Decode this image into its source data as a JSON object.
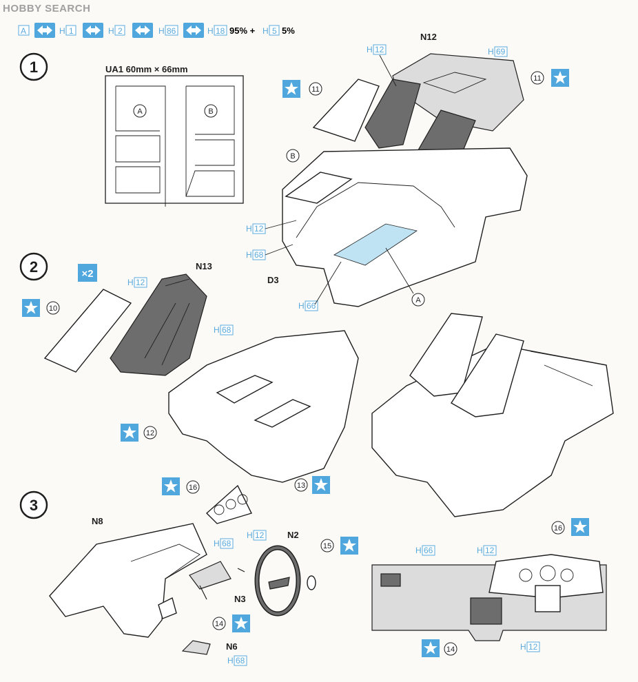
{
  "watermark": "HOBBY SEARCH",
  "legend": {
    "items": [
      {
        "code": "A",
        "colors": [
          "H",
          "1"
        ]
      },
      {
        "code": "",
        "colors": [
          "H",
          "2"
        ]
      },
      {
        "code": "",
        "colors": [
          "H",
          "86"
        ]
      },
      {
        "code": "",
        "colors": [
          "H",
          "18"
        ]
      }
    ],
    "mix_pct1": "95% +",
    "mix_code2_prefix": "H",
    "mix_code2": "5",
    "mix_pct2": "5%"
  },
  "steps": {
    "one": "1",
    "two": "2",
    "three": "3"
  },
  "decal_sheet": {
    "title": "UA1  60mm × 66mm",
    "a": "A",
    "b": "B"
  },
  "labels": {
    "n12": "N12",
    "n13": "N13",
    "d3": "D3",
    "n8": "N8",
    "n2": "N2",
    "n3": "N3",
    "n6": "N6",
    "times2": "×2",
    "h": "H",
    "c12": "12",
    "c69": "69",
    "c68": "68",
    "c66": "66",
    "n10": "10",
    "n11": "11",
    "n12c": "12",
    "n13c": "13",
    "n14": "14",
    "n15": "15",
    "n16": "16",
    "cA": "A",
    "cB": "B"
  },
  "colors": {
    "accent_blue": "#4fa7dd",
    "code_blue": "#5aa9dc",
    "dark_part": "#6d6d6d",
    "highlight": "#bfe3f2"
  }
}
